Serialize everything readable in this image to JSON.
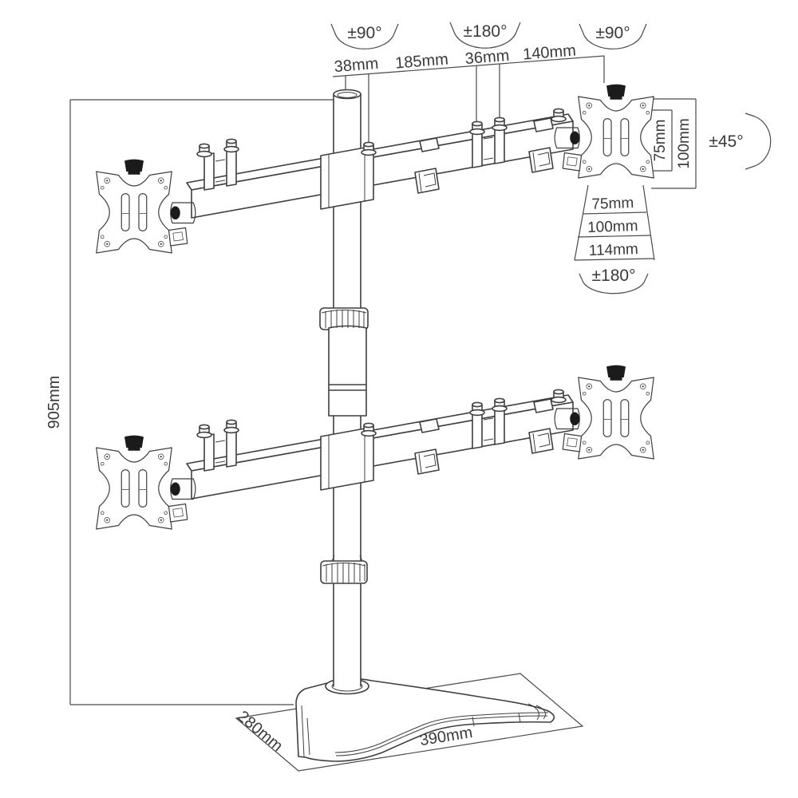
{
  "diagram": {
    "type": "quad-monitor-desk-stand-dimension-drawing",
    "rotation_labels": {
      "pole_swivel": "±90°",
      "arm_mid_swivel": "±180°",
      "end_swivel": "±90°",
      "tilt": "±45°",
      "plate_rotation": "±180°"
    },
    "top_dimensions": [
      "38mm",
      "185mm",
      "36mm",
      "140mm"
    ],
    "vesa_side": {
      "pattern_75": "75mm",
      "pattern_100": "100mm"
    },
    "vesa_bottom": {
      "pattern_75": "75mm",
      "pattern_100": "100mm",
      "plate_width": "114mm"
    },
    "pole_height": "905mm",
    "base": {
      "depth": "280mm",
      "width": "390mm"
    },
    "colors": {
      "line": "#3f3f3f",
      "knob": "#1b1b1b",
      "background": "#ffffff"
    }
  }
}
